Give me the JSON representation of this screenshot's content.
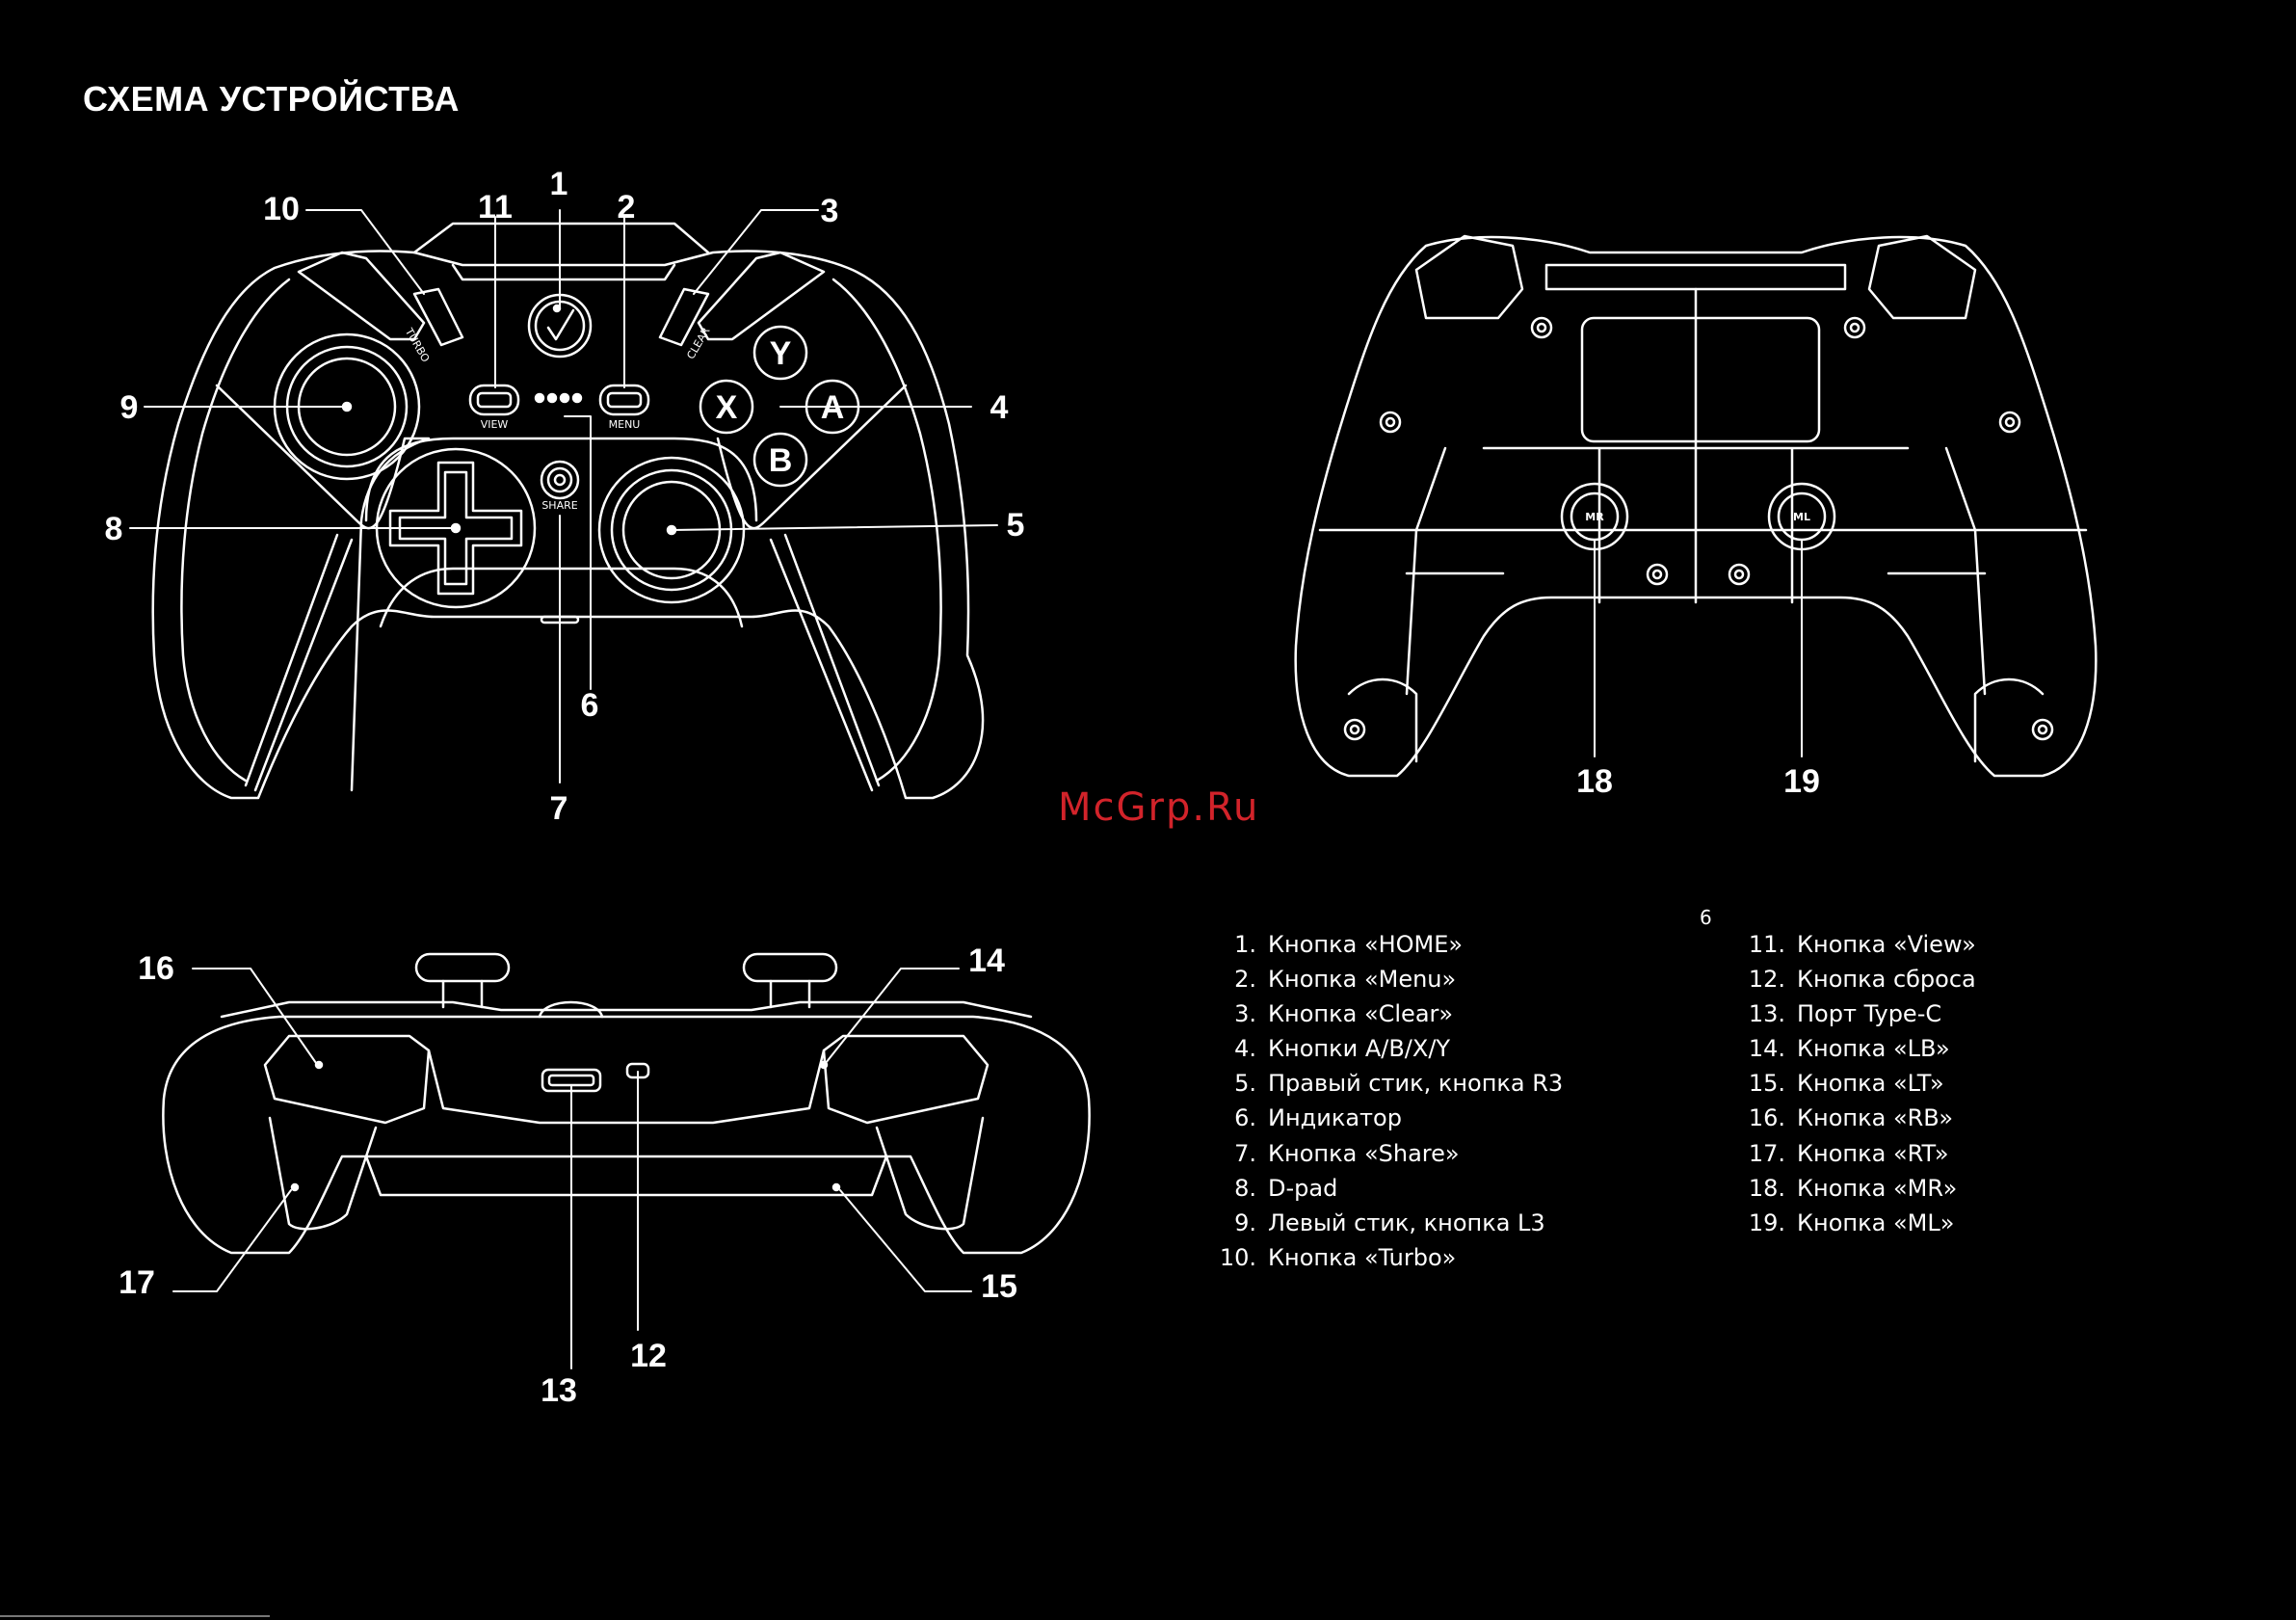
{
  "page": {
    "title": "СХЕМА УСТРОЙСТВА",
    "watermark": "McGrp.Ru",
    "page_number": "6"
  },
  "front_view": {
    "callouts": [
      "1",
      "2",
      "3",
      "4",
      "5",
      "6",
      "7",
      "8",
      "9",
      "10",
      "11"
    ],
    "button_labels": {
      "y": "Y",
      "x": "X",
      "a": "A",
      "b": "B",
      "view": "VIEW",
      "menu": "MENU",
      "share": "SHARE",
      "turbo": "TURBO",
      "clear": "CLEAR"
    }
  },
  "back_view": {
    "callouts": [
      "18",
      "19"
    ],
    "paddle_labels": {
      "mr": "MR",
      "ml": "ML"
    }
  },
  "top_view": {
    "callouts": [
      "16",
      "14",
      "17",
      "15",
      "13",
      "12"
    ]
  },
  "legend": {
    "left": [
      {
        "num": "1.",
        "text": "Кнопка «HOME»"
      },
      {
        "num": "2.",
        "text": "Кнопка «Menu»"
      },
      {
        "num": "3.",
        "text": "Кнопка «Clear»"
      },
      {
        "num": "4.",
        "text": "Кнопки A/B/X/Y"
      },
      {
        "num": "5.",
        "text": "Правый стик, кнопка R3"
      },
      {
        "num": "6.",
        "text": "Индикатор"
      },
      {
        "num": "7.",
        "text": "Кнопка «Share»"
      },
      {
        "num": "8.",
        "text": "D-pad"
      },
      {
        "num": "9.",
        "text": "Левый стик, кнопка L3"
      },
      {
        "num": "10.",
        "text": "Кнопка «Turbo»"
      }
    ],
    "right": [
      {
        "num": "11.",
        "text": "Кнопка «View»"
      },
      {
        "num": "12.",
        "text": "Кнопка сброса"
      },
      {
        "num": "13.",
        "text": "Порт Type-C"
      },
      {
        "num": "14.",
        "text": "Кнопка «LB»"
      },
      {
        "num": "15.",
        "text": "Кнопка «LT»"
      },
      {
        "num": "16.",
        "text": "Кнопка «RB»"
      },
      {
        "num": "17.",
        "text": "Кнопка «RT»"
      },
      {
        "num": "18.",
        "text": "Кнопка «MR»"
      },
      {
        "num": "19.",
        "text": "Кнопка «ML»"
      }
    ]
  },
  "colors": {
    "background": "#000000",
    "line": "#ffffff",
    "watermark": "#d2232a"
  }
}
